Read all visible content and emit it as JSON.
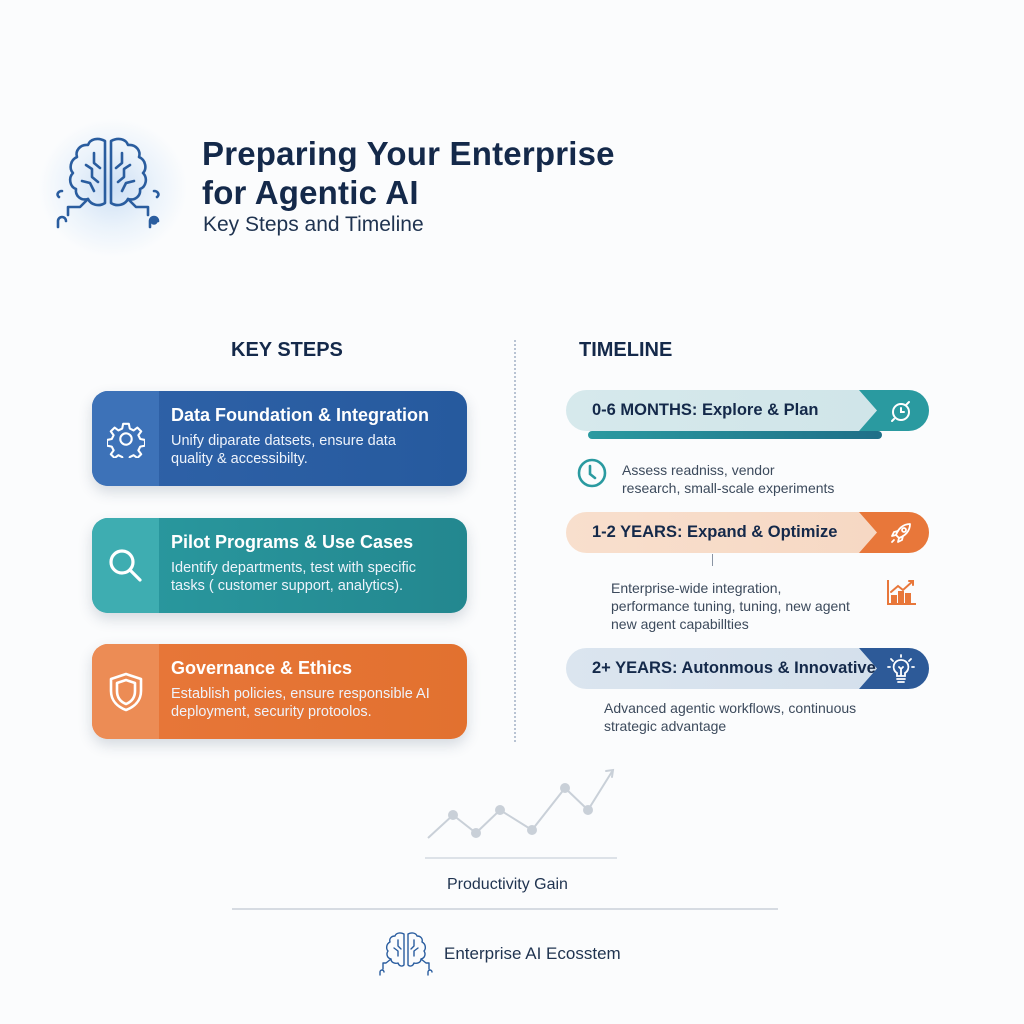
{
  "header": {
    "icon": "brain-circuit-icon",
    "title_line1": "Preparing Your Enterprise",
    "title_line2": "for Agentic AI",
    "subtitle": "Key Steps and Timeline"
  },
  "key_steps": {
    "heading": "KEY STEPS",
    "items": [
      {
        "icon": "gear-icon",
        "title": "Data Foundation & Integration",
        "desc_line1": "Unify diparate datsets, ensure data",
        "desc_line2": "quality & accessibilty.",
        "color": "#2f62a8"
      },
      {
        "icon": "search-icon",
        "title": "Pilot Programs & Use Cases",
        "desc_line1": "Identify departments, test with specific",
        "desc_line2": "tasks ( customer support, analytics).",
        "color": "#2a9aa0"
      },
      {
        "icon": "shield-icon",
        "title": "Governance & Ethics",
        "desc_line1": "Establish policies, ensure responsible AI",
        "desc_line2": "deployment, security protoolos.",
        "color": "#e8773a"
      }
    ]
  },
  "timeline": {
    "heading": "TIMELINE",
    "items": [
      {
        "icon": "stopwatch-icon",
        "label": "0-6 MONTHS: Explore & Plan",
        "desc_icon": "clock-icon",
        "desc_lines": [
          "Assess readniss, vendor",
          "research, small-scale experiments"
        ],
        "color": "#2a9aa0"
      },
      {
        "icon": "rocket-icon",
        "label": "1-2 YEARS: Expand & Optimize",
        "desc_icon": "bar-chart-growth-icon",
        "desc_lines": [
          "Enterprise-wide integration,",
          "performance tuning, tuning, new agent",
          "new agent capabillties"
        ],
        "color": "#e8773a"
      },
      {
        "icon": "lightbulb-icon",
        "label": "2+ YEARS: Autonmous & Innovative",
        "desc_lines": [
          "Advanced agentic workflows, continuous",
          "strategic advantage"
        ],
        "color": "#2d5a98"
      }
    ]
  },
  "productivity": {
    "label": "Productivity Gain",
    "icon": "trend-up-line-icon"
  },
  "footer": {
    "icon": "brain-circuit-icon",
    "label": "Enterprise AI Ecosstem"
  }
}
